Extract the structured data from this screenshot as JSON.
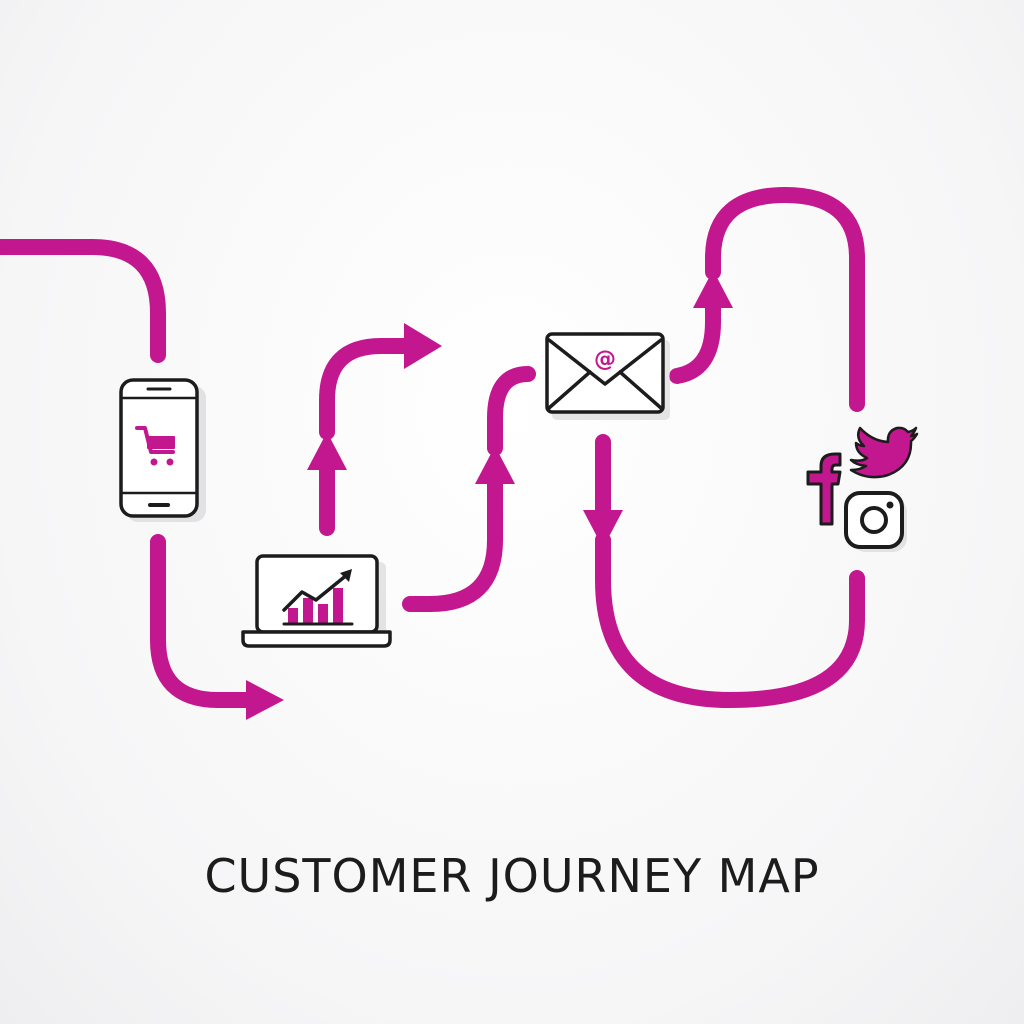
{
  "title": "CUSTOMER JOURNEY MAP",
  "email_glyph": "@",
  "colors": {
    "accent": "#c2178f",
    "accent_gradient_start": "#e01c8a",
    "accent_gradient_end": "#a0209a",
    "ink": "#1c1c1c",
    "background": "#f6f6f7"
  },
  "touchpoints": [
    {
      "name": "smartphone-shopping",
      "icon": "smartphone-cart-icon"
    },
    {
      "name": "laptop-analytics",
      "icon": "laptop-growth-chart-icon"
    },
    {
      "name": "email",
      "icon": "envelope-at-icon"
    },
    {
      "name": "social-media",
      "icons": [
        "facebook-icon",
        "twitter-icon",
        "instagram-icon"
      ]
    }
  ]
}
